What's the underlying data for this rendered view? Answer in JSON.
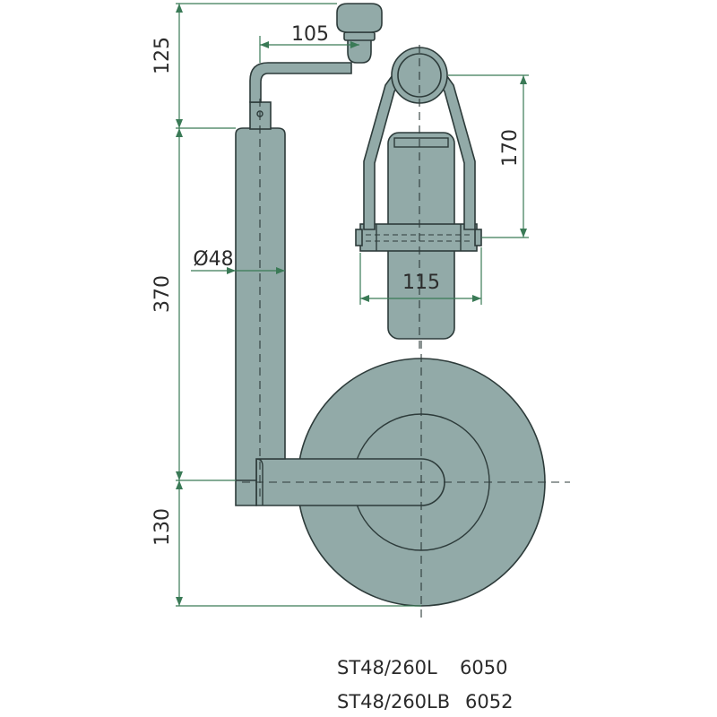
{
  "dimensions": {
    "top_height": "125",
    "crank_offset": "105",
    "fork_height": "170",
    "tube_diameter": "Ø48",
    "tube_height": "370",
    "wheel_width": "115",
    "bottom_height": "130"
  },
  "models": [
    {
      "name": "ST48/260L",
      "code": "6050"
    },
    {
      "name": "ST48/260LB",
      "code": "6052"
    }
  ],
  "colors": {
    "part_fill": "#92aaa8",
    "outline": "#2d3b3a",
    "dimension_line": "#3a7a56"
  }
}
